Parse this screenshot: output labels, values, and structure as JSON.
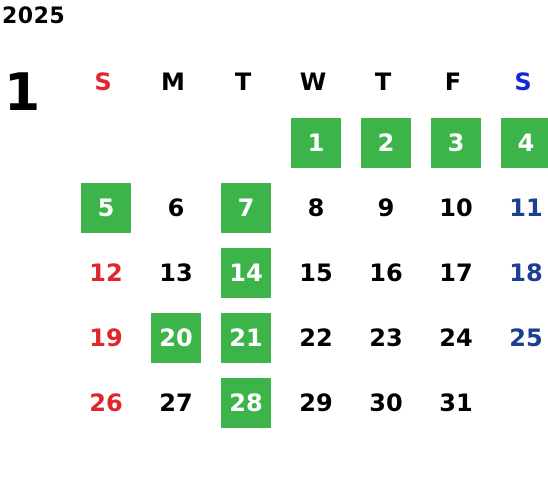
{
  "header": {
    "year": "2025",
    "month": "1"
  },
  "colors": {
    "highlight_bg": "#3cb44a",
    "sunday": "#e0262b",
    "saturday": "#1b3f93",
    "weekday": "#000000",
    "saturday_header": "#1226d6"
  },
  "weekdays": [
    {
      "label": "S",
      "kind": "sun"
    },
    {
      "label": "M",
      "kind": "week"
    },
    {
      "label": "T",
      "kind": "week"
    },
    {
      "label": "W",
      "kind": "week"
    },
    {
      "label": "T",
      "kind": "week"
    },
    {
      "label": "F",
      "kind": "week"
    },
    {
      "label": "S",
      "kind": "sat"
    }
  ],
  "calendar": {
    "first_weekday_index": 3,
    "days": [
      {
        "d": "1",
        "hl": true
      },
      {
        "d": "2",
        "hl": true
      },
      {
        "d": "3",
        "hl": true
      },
      {
        "d": "4",
        "hl": true
      },
      {
        "d": "5",
        "hl": true
      },
      {
        "d": "6",
        "hl": false
      },
      {
        "d": "7",
        "hl": true
      },
      {
        "d": "8",
        "hl": false
      },
      {
        "d": "9",
        "hl": false
      },
      {
        "d": "10",
        "hl": false
      },
      {
        "d": "11",
        "hl": false
      },
      {
        "d": "12",
        "hl": false
      },
      {
        "d": "13",
        "hl": false
      },
      {
        "d": "14",
        "hl": true
      },
      {
        "d": "15",
        "hl": false
      },
      {
        "d": "16",
        "hl": false
      },
      {
        "d": "17",
        "hl": false
      },
      {
        "d": "18",
        "hl": false
      },
      {
        "d": "19",
        "hl": false
      },
      {
        "d": "20",
        "hl": true
      },
      {
        "d": "21",
        "hl": true
      },
      {
        "d": "22",
        "hl": false
      },
      {
        "d": "23",
        "hl": false
      },
      {
        "d": "24",
        "hl": false
      },
      {
        "d": "25",
        "hl": false
      },
      {
        "d": "26",
        "hl": false
      },
      {
        "d": "27",
        "hl": false
      },
      {
        "d": "28",
        "hl": true
      },
      {
        "d": "29",
        "hl": false
      },
      {
        "d": "30",
        "hl": false
      },
      {
        "d": "31",
        "hl": false
      }
    ]
  }
}
